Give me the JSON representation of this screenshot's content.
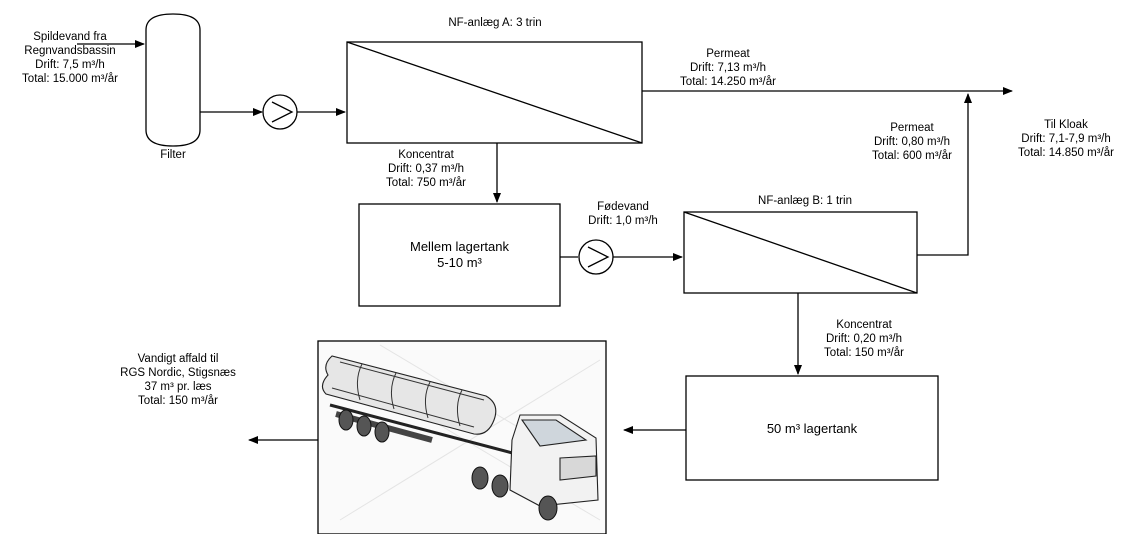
{
  "feed": {
    "lines": [
      "Spildevand fra",
      "Regnvandsbassin",
      "Drift: 7,5 m³/h",
      "Total: 15.000 m³/år"
    ]
  },
  "filter_label": "Filter",
  "nf_a": {
    "title": "NF-anlæg A: 3 trin",
    "permeat_lines": [
      "Permeat",
      "Drift: 7,13 m³/h",
      "Total: 14.250 m³/år"
    ],
    "koncentrat_lines": [
      "Koncentrat",
      "Drift: 0,37 m³/h",
      "Total: 750 m³/år"
    ]
  },
  "mellem_tank": {
    "lines": [
      "Mellem lagertank",
      "5-10 m³"
    ]
  },
  "fodevand": {
    "lines": [
      "Fødevand",
      "Drift: 1,0 m³/h"
    ]
  },
  "nf_b": {
    "title": "NF-anlæg B: 1 trin",
    "permeat_lines": [
      "Permeat",
      "Drift: 0,80 m³/h",
      "Total: 600 m³/år"
    ],
    "koncentrat_lines": [
      "Koncentrat",
      "Drift: 0,20 m³/h",
      "Total: 150 m³/år"
    ]
  },
  "kloak": {
    "lines": [
      "Til Kloak",
      "Drift: 7,1-7,9 m³/h",
      "Total: 14.850 m³/år"
    ]
  },
  "lager_tank_label": "50 m³ lagertank",
  "waste": {
    "lines": [
      "Vandigt affald til",
      "RGS Nordic, Stigsnæs",
      "37 m³ pr. læs",
      "Total: 150 m³/år"
    ]
  }
}
